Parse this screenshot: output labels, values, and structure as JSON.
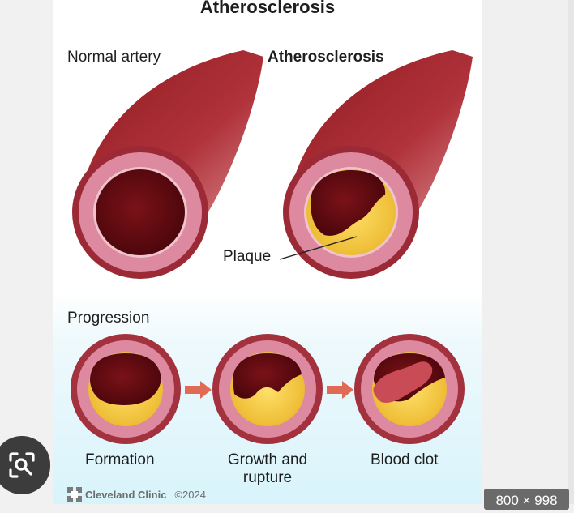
{
  "figure": {
    "title": "Atherosclerosis",
    "panel_left_label": "Normal artery",
    "panel_right_label": "Atherosclerosis",
    "plaque_label": "Plaque",
    "progression_label": "Progression",
    "stages": [
      "Formation",
      "Growth and rupture",
      "Blood clot"
    ],
    "brand": "Cleveland Clinic",
    "copyright": "©2024"
  },
  "overlay": {
    "lens_icon": "lens-search-icon",
    "dimensions_badge": "800 × 998"
  },
  "colors": {
    "artery_outer": "#9e1e28",
    "artery_wall": "#d67b94",
    "lumen": "#6b0f14",
    "plaque": "#f5c93a",
    "clot": "#c94b55",
    "arrow": "#e06b55"
  }
}
